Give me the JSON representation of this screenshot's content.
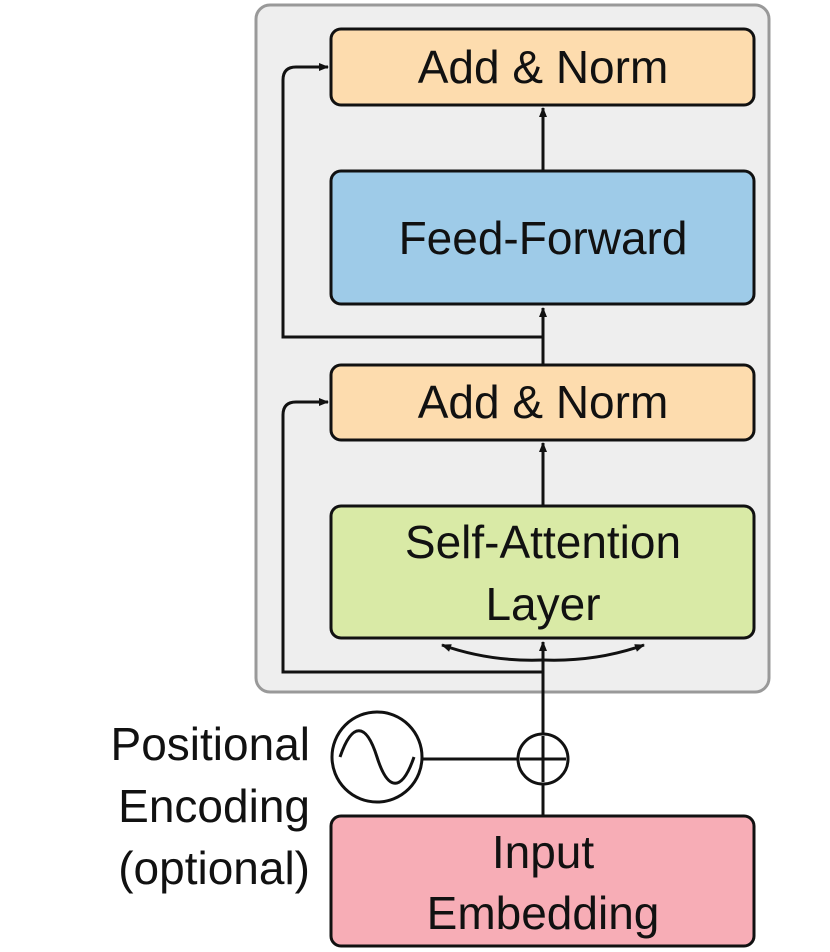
{
  "blocks": {
    "add_norm_top": {
      "label": "Add & Norm",
      "color": "#fddcae"
    },
    "feed_forward": {
      "label": "Feed-Forward",
      "color": "#9ecbe8"
    },
    "add_norm_bottom": {
      "label": "Add & Norm",
      "color": "#fddcae"
    },
    "self_attention": {
      "line1": "Self-Attention",
      "line2": "Layer",
      "color": "#d9eaa6"
    },
    "input_embedding": {
      "line1": "Input",
      "line2": "Embedding",
      "color": "#f7adb6"
    }
  },
  "positional_encoding": {
    "line1": "Positional",
    "line2": "Encoding",
    "line3": "(optional)"
  },
  "colors": {
    "encoder_bg": "#eeeeee",
    "encoder_border": "#999999",
    "stroke": "#111111"
  }
}
